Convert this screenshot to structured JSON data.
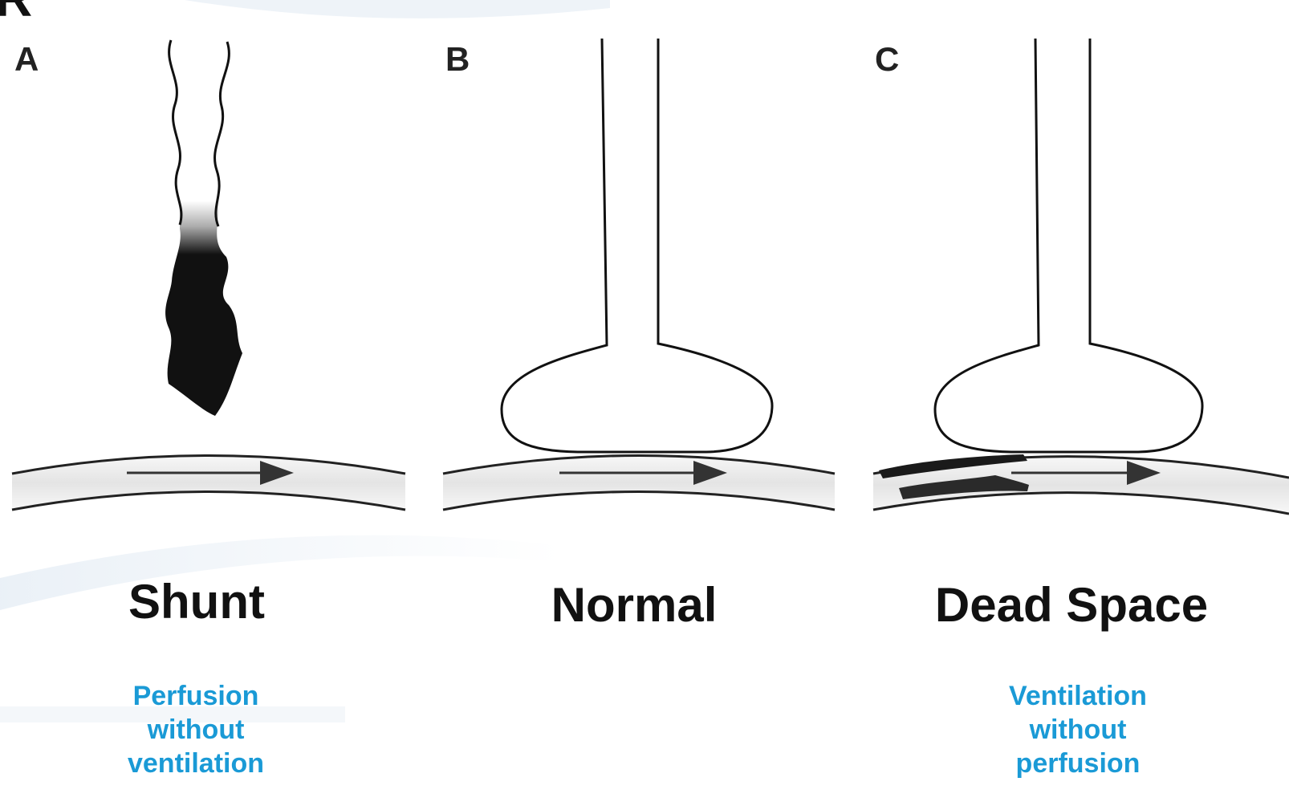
{
  "corner_glyph": "R",
  "panels": [
    {
      "letter": "A",
      "title": "Shunt",
      "subtitle_lines": [
        "Perfusion",
        "without",
        "ventilation"
      ]
    },
    {
      "letter": "B",
      "title": "Normal",
      "subtitle_lines": []
    },
    {
      "letter": "C",
      "title": "Dead Space",
      "subtitle_lines": [
        "Ventilation",
        "without",
        "perfusion"
      ]
    }
  ],
  "colors": {
    "subtitle": "#1a9ad6",
    "ink": "#111111",
    "vessel_fill": "#e9e9e9",
    "background_swoosh": "#e8eff6"
  }
}
